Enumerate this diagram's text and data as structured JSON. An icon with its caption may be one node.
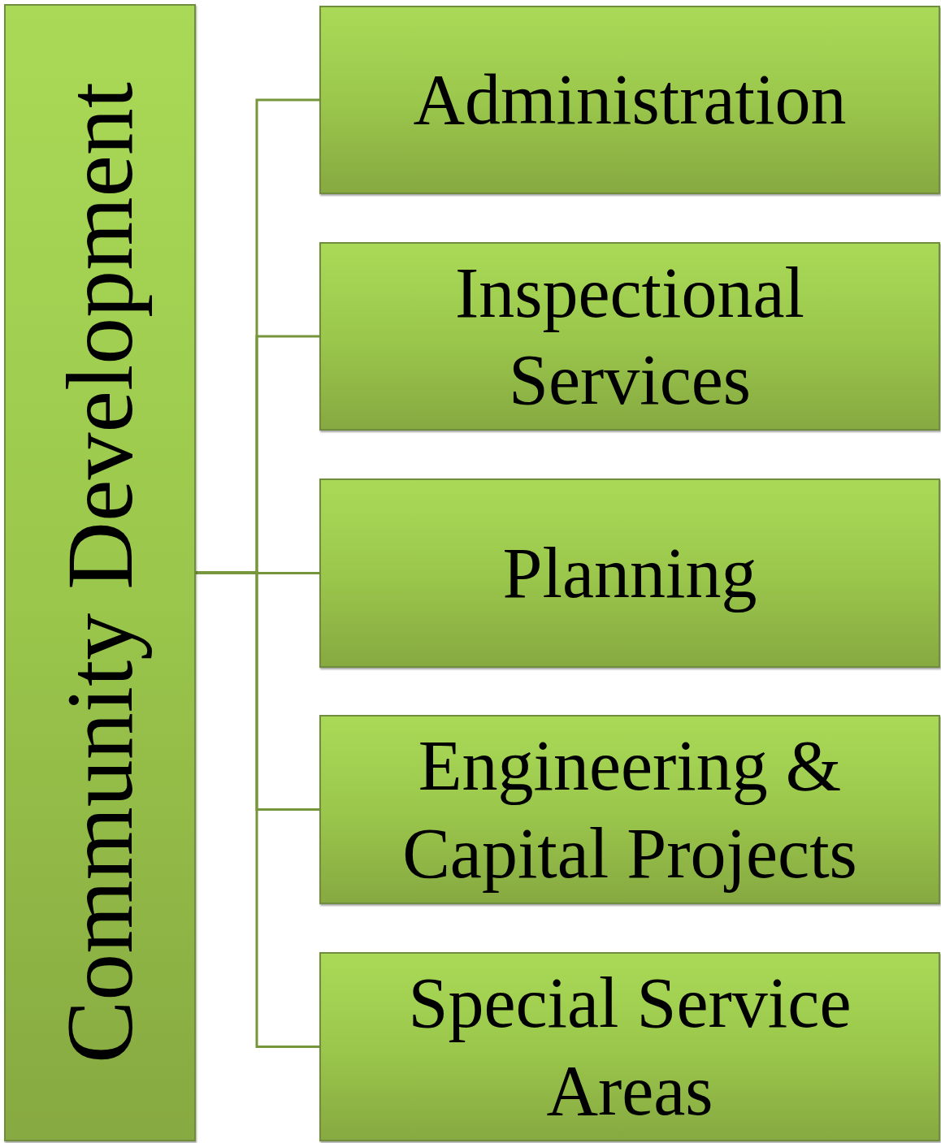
{
  "diagram": {
    "nodes": [
      {
        "text": [
          "Community Development"
        ]
      },
      {
        "text": [
          "Administration"
        ]
      },
      {
        "text": [
          "Inspectional Services"
        ]
      },
      {
        "text": [
          "Planning"
        ]
      },
      {
        "text": [
          "Engineering & Capital Projects"
        ]
      },
      {
        "text": [
          "Special Service Areas"
        ]
      }
    ],
    "edges": [
      {
        "from": 0,
        "to": 1,
        "arrow": "none"
      },
      {
        "from": 0,
        "to": 2,
        "arrow": "none"
      },
      {
        "from": 0,
        "to": 3,
        "arrow": "none"
      },
      {
        "from": 0,
        "to": 4,
        "arrow": "none"
      },
      {
        "from": 0,
        "to": 5,
        "arrow": "none"
      }
    ]
  }
}
